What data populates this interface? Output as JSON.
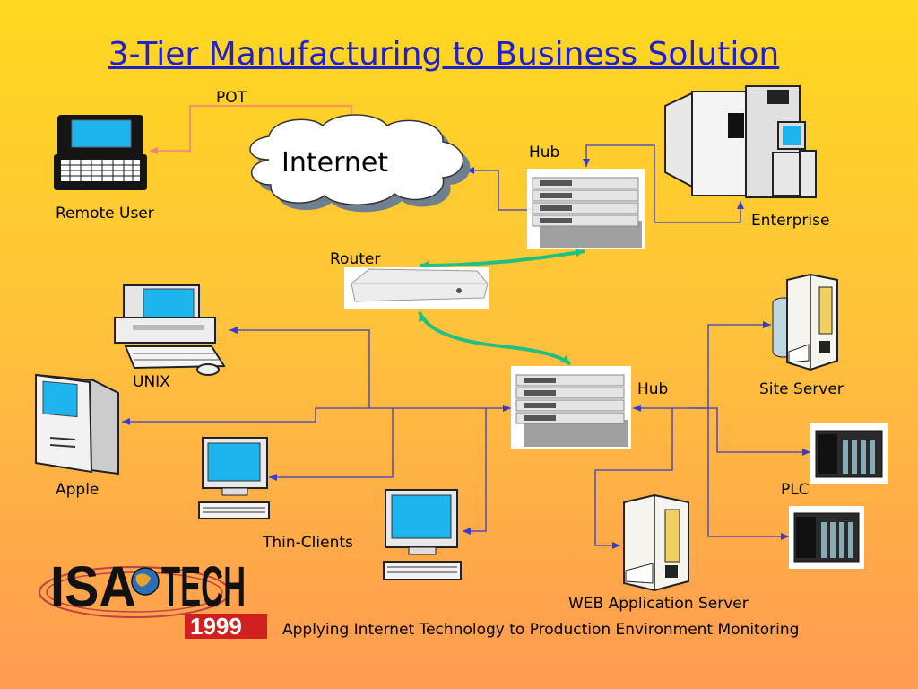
{
  "title": "3-Tier Manufacturing to Business Solution",
  "footer": "Applying Internet Technology to Production Environment Monitoring",
  "colors": {
    "title": "#2020D0",
    "link_line": "#3A3ACF",
    "pot_line": "#F08080",
    "router_link": "#22C080",
    "screen": "#1EB4EE"
  },
  "nodes": {
    "pot": "POT",
    "internet": "Internet",
    "remote_user": "Remote User",
    "hub_top": "Hub",
    "enterprise": "Enterprise",
    "router": "Router",
    "unix": "UNIX",
    "apple": "Apple",
    "hub_bottom": "Hub",
    "site_server": "Site Server",
    "plc": "PLC",
    "thin_clients": "Thin-Clients",
    "web_server": "WEB Application Server"
  },
  "logo": {
    "word_left": "ISA",
    "word_right": "TECH",
    "year": "1999"
  }
}
